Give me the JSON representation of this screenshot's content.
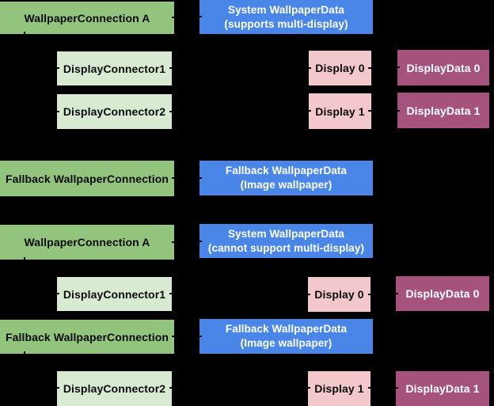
{
  "diagram": {
    "background": "#000000",
    "palette": {
      "connection_green": "#93C47D",
      "connector_light_green": "#D9EAD3",
      "wallpaper_data_blue": "#4A86E8",
      "display_pink": "#F2C8CC",
      "display_data_magenta": "#A5537C",
      "dark_text": "#000000",
      "light_text": "#FFFFFF"
    },
    "sections": {
      "multi_display": {
        "wallpaper_connection": {
          "label": "WallpaperConnection A"
        },
        "system_wallpaper_data": {
          "label": "System WallpaperData",
          "line2": "(supports multi-display)"
        },
        "display_connector_1": {
          "label": "DisplayConnector1"
        },
        "display_0": {
          "label": "Display 0"
        },
        "display_data_0": {
          "label": "DisplayData 0"
        },
        "display_connector_2": {
          "label": "DisplayConnector2"
        },
        "display_1": {
          "label": "Display 1"
        },
        "display_data_1": {
          "label": "DisplayData 1"
        },
        "fallback_connection": {
          "label": "Fallback WallpaperConnection"
        },
        "fallback_wallpaper_data": {
          "label": "Fallback WallpaperData",
          "line2": "(Image wallpaper)"
        }
      },
      "single_display": {
        "wallpaper_connection": {
          "label": "WallpaperConnection A"
        },
        "system_wallpaper_data": {
          "label": "System WallpaperData",
          "line2": "(cannot support multi-display)"
        },
        "display_connector_1": {
          "label": "DisplayConnector1"
        },
        "display_0": {
          "label": "Display 0"
        },
        "display_data_0": {
          "label": "DisplayData 0"
        },
        "fallback_connection": {
          "label": "Fallback WallpaperConnection"
        },
        "fallback_wallpaper_data": {
          "label": "Fallback WallpaperData",
          "line2": "(Image wallpaper)"
        },
        "display_connector_2": {
          "label": "DisplayConnector2"
        },
        "display_1": {
          "label": "Display 1"
        },
        "display_data_1": {
          "label": "DisplayData 1"
        }
      }
    }
  }
}
